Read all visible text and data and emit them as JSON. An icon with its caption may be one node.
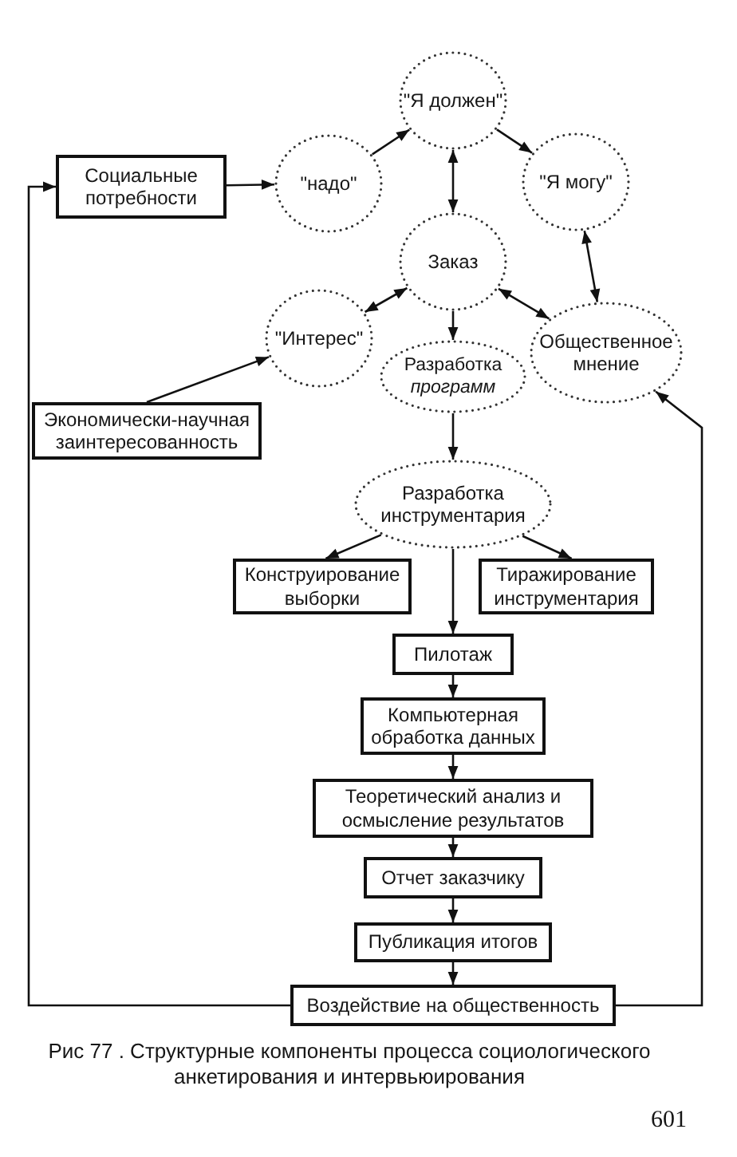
{
  "diagram": {
    "caption": "Рис 77 . Структурные компоненты процесса социологического анкетирования и интервьюирования",
    "nodes": [
      {
        "text": [
          "\"Я должен\""
        ]
      },
      {
        "text": [
          "Социальные потребности"
        ]
      },
      {
        "text": [
          "\"надо\""
        ]
      },
      {
        "text": [
          "\"Я могу\""
        ]
      },
      {
        "text": [
          "Заказ"
        ]
      },
      {
        "text": [
          "\"Интерес\""
        ]
      },
      {
        "text": [
          "Общественное мнение"
        ]
      },
      {
        "text": [
          "Разработка *программ*"
        ]
      },
      {
        "text": [
          "Экономически-научная заинтересованность"
        ]
      },
      {
        "text": [
          "Разработка инструментария"
        ]
      },
      {
        "text": [
          "Конструирование выборки"
        ]
      },
      {
        "text": [
          "Тиражирование инструментария"
        ]
      },
      {
        "text": [
          "Пилотаж"
        ]
      },
      {
        "text": [
          "Компьютерная обработка данных"
        ]
      },
      {
        "text": [
          "Теоретический анализ и осмысление результатов"
        ]
      },
      {
        "text": [
          "Отчет заказчику"
        ]
      },
      {
        "text": [
          "Публикация итогов"
        ]
      },
      {
        "text": [
          "Воздействие на общественность"
        ]
      }
    ],
    "edges": [
      {
        "from": 1,
        "to": 2,
        "arrow": "to"
      },
      {
        "from": 2,
        "to": 0,
        "arrow": "to"
      },
      {
        "from": 0,
        "to": 3,
        "arrow": "to"
      },
      {
        "from": 0,
        "to": 4,
        "arrow": "both"
      },
      {
        "from": 3,
        "to": 6,
        "arrow": "both"
      },
      {
        "from": 4,
        "to": 5,
        "arrow": "both"
      },
      {
        "from": 4,
        "to": 6,
        "arrow": "both"
      },
      {
        "from": 4,
        "to": 7,
        "arrow": "to"
      },
      {
        "from": 8,
        "to": 5,
        "arrow": "to"
      },
      {
        "from": 7,
        "to": 9,
        "arrow": "to"
      },
      {
        "from": 9,
        "to": 10,
        "arrow": "to"
      },
      {
        "from": 9,
        "to": 11,
        "arrow": "to"
      },
      {
        "from": 9,
        "to": 12,
        "arrow": "to"
      },
      {
        "from": 12,
        "to": 13,
        "arrow": "to"
      },
      {
        "from": 13,
        "to": 14,
        "arrow": "to"
      },
      {
        "from": 14,
        "to": 15,
        "arrow": "to"
      },
      {
        "from": 15,
        "to": 16,
        "arrow": "to"
      },
      {
        "from": 16,
        "to": 17,
        "arrow": "to"
      },
      {
        "from": 17,
        "to": 1,
        "arrow": "to"
      },
      {
        "from": 17,
        "to": 6,
        "arrow": "to"
      }
    ],
    "labels": [
      "601"
    ]
  }
}
